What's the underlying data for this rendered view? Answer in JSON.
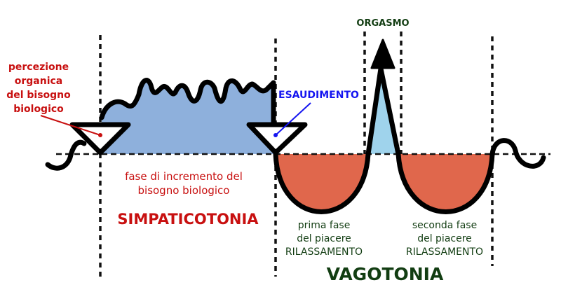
{
  "labels": {
    "perception": [
      "percezione",
      "organica",
      "del bisogno",
      "biologico"
    ],
    "fulfillment": "ESAUDIMENTO",
    "increase_phase": [
      "fase di incremento del",
      "bisogno biologico"
    ],
    "sympathicotonia": "SIMPATICOTONIA",
    "orgasm": "ORGASMO",
    "first_phase": [
      "prima fase",
      "del piacere",
      "RILASSAMENTO"
    ],
    "second_phase": [
      "seconda fase",
      "del piacere",
      "RILASSAMENTO"
    ],
    "vagotonia": "VAGOTONIA"
  },
  "colors": {
    "tension_fill": "#8eb0dc",
    "relax_fill": "#e0674c",
    "orgasm_fill": "#9fd3ec",
    "red_text": "#c81010",
    "green_text": "#123d12",
    "blue_text": "#1414f0"
  }
}
